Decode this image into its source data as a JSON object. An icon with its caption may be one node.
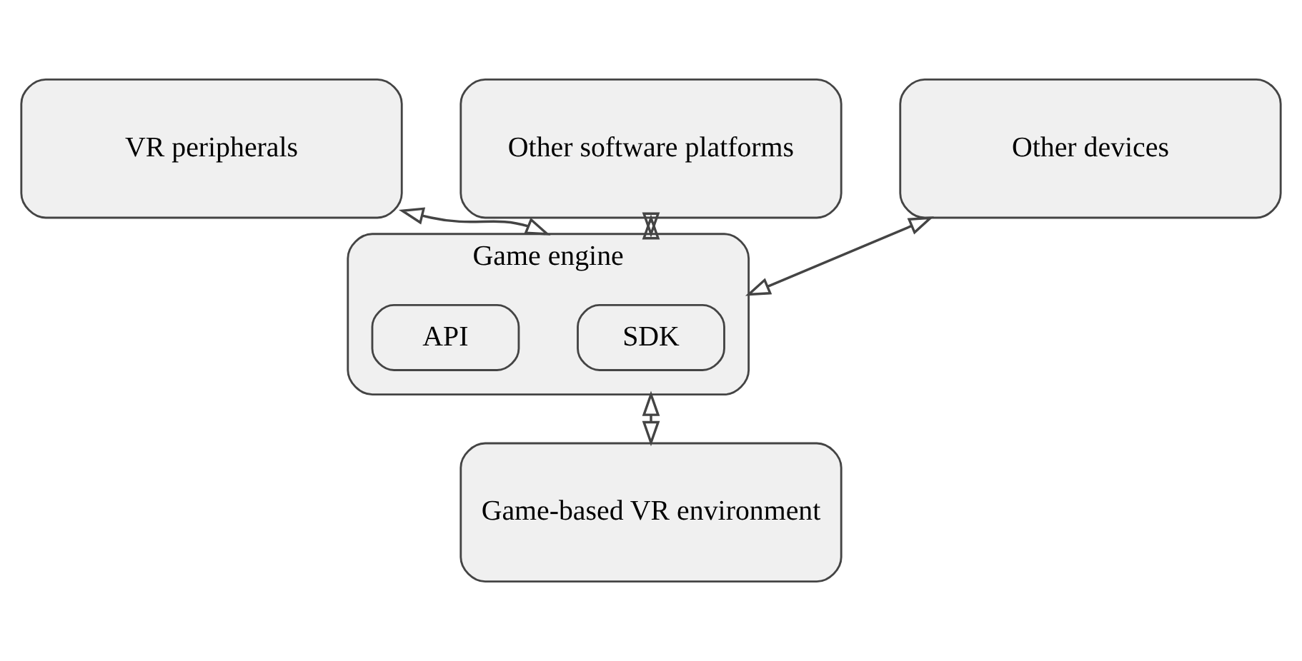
{
  "diagram": {
    "nodes": [
      {
        "text": [
          "VR peripherals"
        ]
      },
      {
        "text": [
          "Other software platforms"
        ]
      },
      {
        "text": [
          "Other devices"
        ]
      },
      {
        "text": [
          "Game engine"
        ]
      },
      {
        "text": [
          "SDK"
        ],
        "in": 3
      },
      {
        "text": [
          "API"
        ],
        "in": 3
      },
      {
        "text": [
          "Game-based VR environment"
        ]
      }
    ],
    "edges": [
      {
        "from": 0,
        "to": 3,
        "arrow": "both"
      },
      {
        "from": 1,
        "to": 3,
        "arrow": "both"
      },
      {
        "from": 2,
        "to": 3,
        "arrow": "both"
      },
      {
        "from": 3,
        "to": 6,
        "arrow": "both"
      }
    ]
  }
}
